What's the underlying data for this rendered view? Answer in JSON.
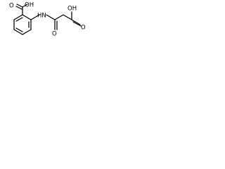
{
  "molecule": {
    "labels": {
      "left_acid": "OH",
      "left_oxo": "O",
      "amide_nh": "HN",
      "amide_oxo": "O",
      "right_acid": "OH",
      "right_oxo": "O"
    }
  }
}
